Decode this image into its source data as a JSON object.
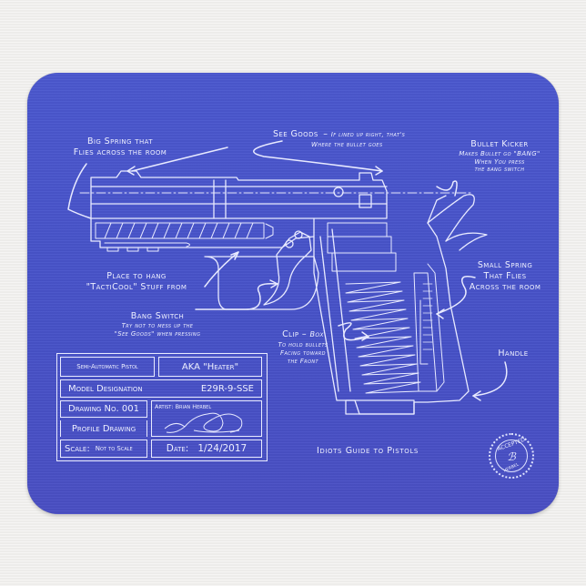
{
  "product": {
    "type": "mousepad",
    "background_color": "#f1f0ee",
    "pad_color": "#4a56cc",
    "line_color": "#e8eaff"
  },
  "callouts": {
    "big_spring": {
      "title": "Big Spring that",
      "title2": "Flies across the room"
    },
    "see_goods": {
      "title": "See Goods",
      "sub": "If lined up right, that's",
      "sub2": "Where the bullet goes"
    },
    "bullet_kicker": {
      "title": "Bullet Kicker",
      "sub": "Makes Bullet go \"BANG\"",
      "sub2": "When You press",
      "sub3": "the bang switch"
    },
    "tacticool": {
      "title": "Place to hang",
      "title2": "\"TactiCool\" Stuff from"
    },
    "small_spring": {
      "title": "Small Spring",
      "title2": "That Flies",
      "title3": "Across the room"
    },
    "bang_switch": {
      "title": "Bang Switch",
      "sub": "Try not to mess up the",
      "sub2": "\"See Goods\" when pressing"
    },
    "clip": {
      "title": "Clip",
      "title_suffix": "Box",
      "sub": "To hold bullets",
      "sub2": "Facing toward",
      "sub3": "the Front"
    },
    "handle": {
      "title": "Handle"
    }
  },
  "title_block": {
    "type_label": "Semi-Automatic Pistol",
    "aka": "AKA \"Heater\"",
    "model_label": "Model Designation",
    "model_value": "E29R-9-SSE",
    "drawing_no": "Drawing No. 001",
    "artist": "Artist: Brian Herbel",
    "profile": "Profile Drawing",
    "scale": "Scale:",
    "scale_value": "Not to Scale",
    "date_label": "Date:",
    "date_value": "1/24/2017"
  },
  "footer": {
    "guide_title": "Idiots Guide to Pistols"
  },
  "seal": {
    "top_text": "ACCEPTED",
    "mark": "ℬ",
    "bottom_text": "HERBEL"
  }
}
